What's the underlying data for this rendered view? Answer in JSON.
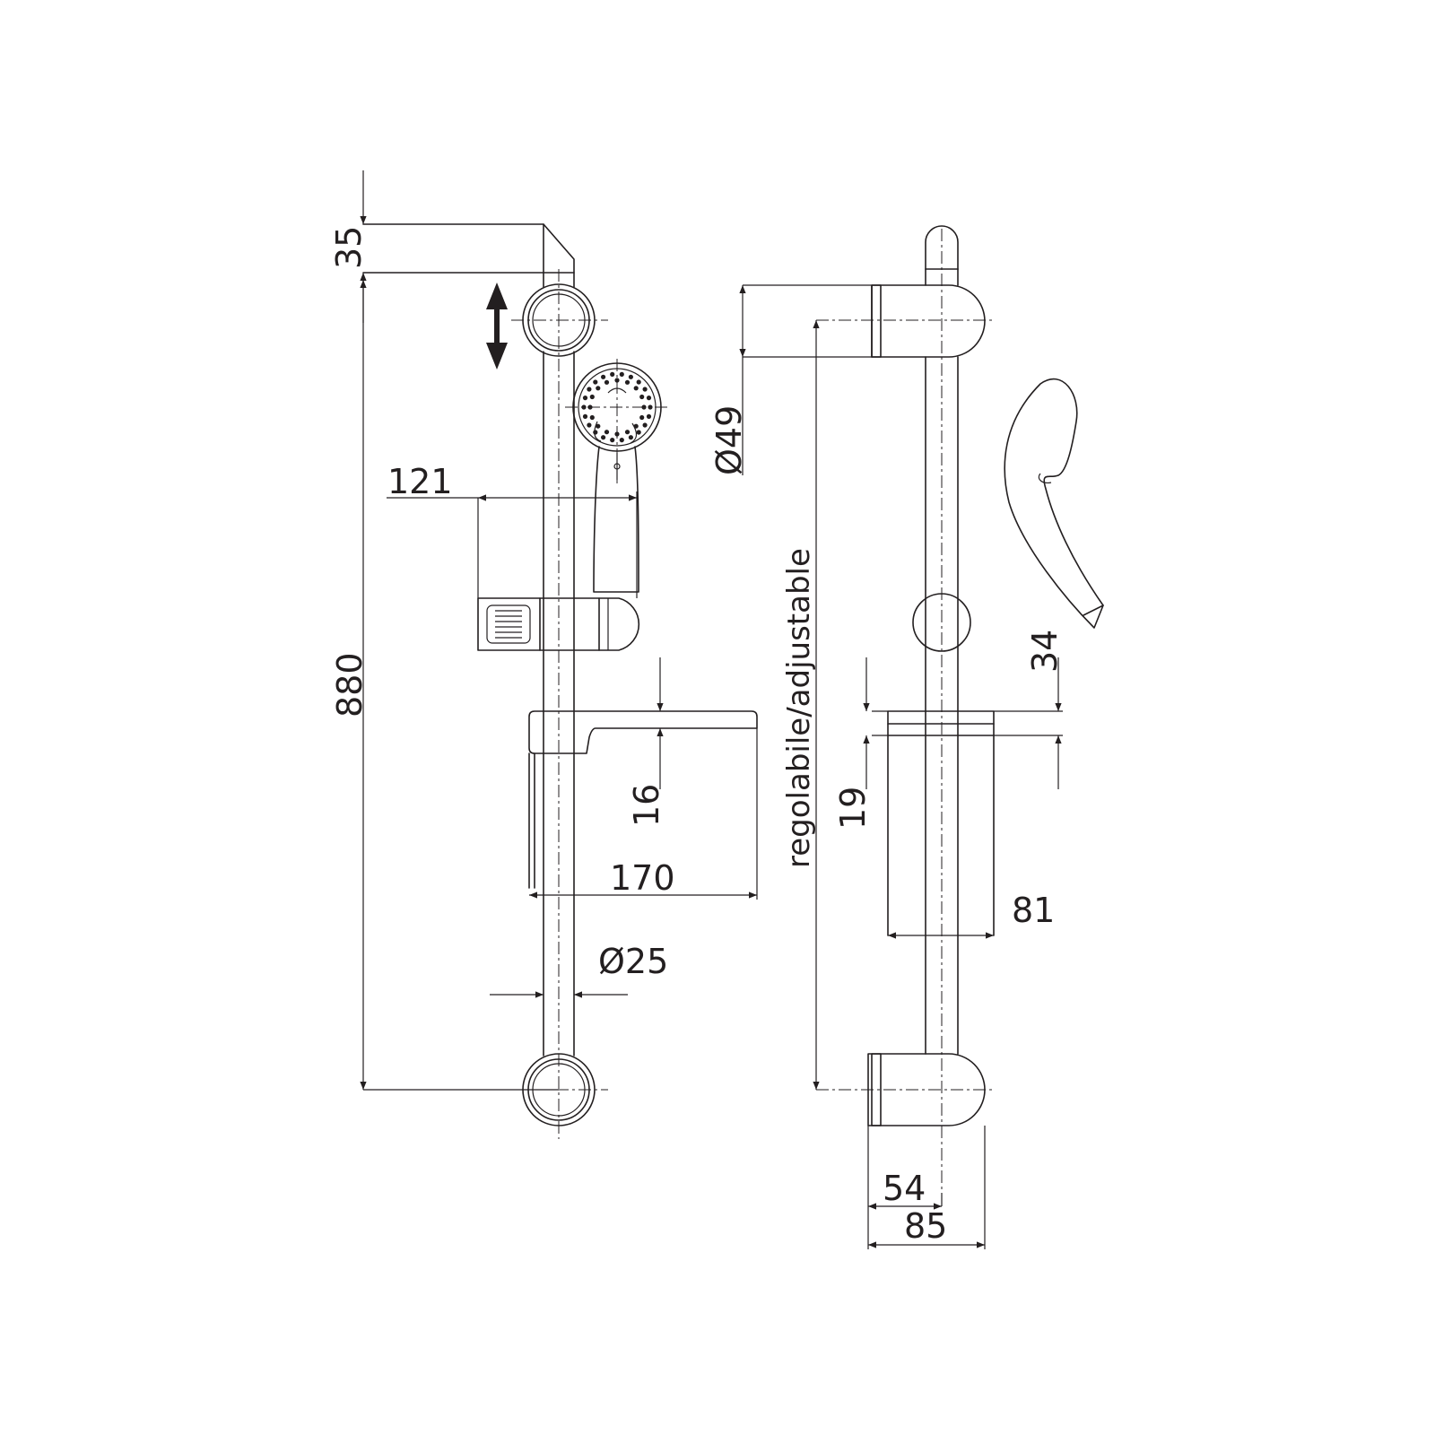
{
  "drawing": {
    "dimensions": {
      "d35": "35",
      "d880": "880",
      "d121": "121",
      "d16": "16",
      "d170": "170",
      "d25": "Ø25",
      "d49": "Ø49",
      "d34": "34",
      "d19": "19",
      "d81": "81",
      "d54": "54",
      "d85": "85"
    },
    "label_adjustable": "regolabile/adjustable"
  }
}
